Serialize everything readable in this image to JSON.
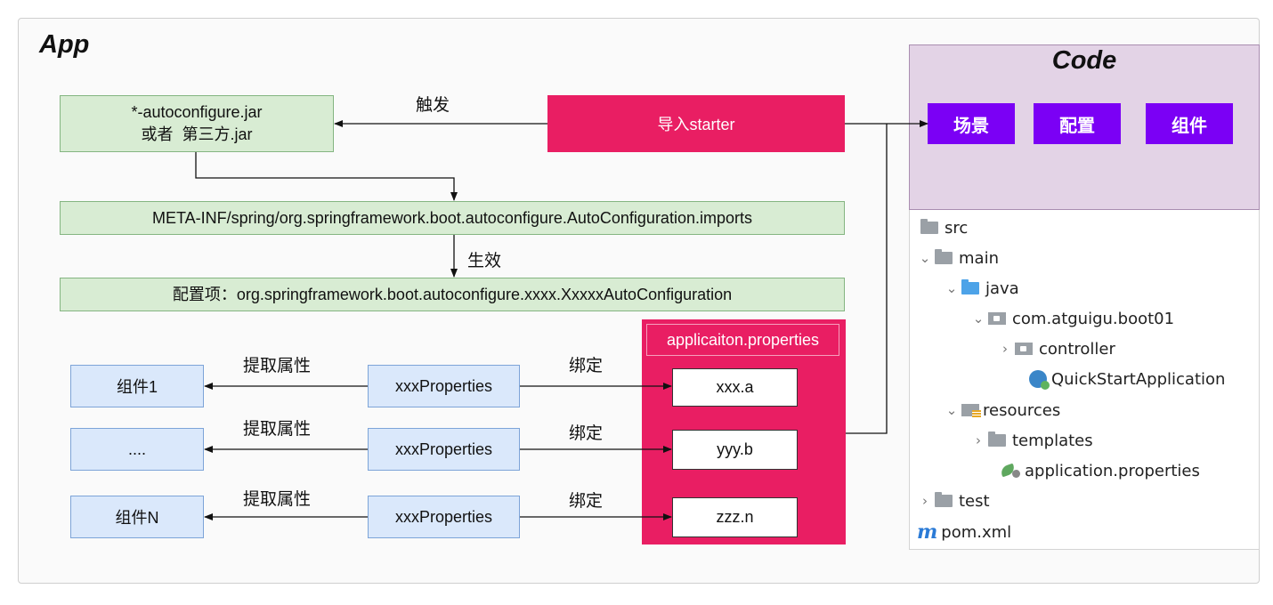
{
  "app": {
    "title": "App"
  },
  "nodes": {
    "autoconfigure_line1": "*-autoconfigure.jar",
    "autoconfigure_line2": "或者  第三方.jar",
    "import_starter": "导入starter",
    "imports_file": "META-INF/spring/org.springframework.boot.autoconfigure.AutoConfiguration.imports",
    "config_item": "配置项：org.springframework.boot.autoconfigure.xxxx.XxxxxAutoConfiguration",
    "properties_title": "applicaiton.properties",
    "components": [
      "组件1",
      "....",
      "组件N"
    ],
    "properties_classes": [
      "xxxProperties",
      "xxxProperties",
      "xxxProperties"
    ],
    "property_keys": [
      "xxx.a",
      "yyy.b",
      "zzz.n"
    ]
  },
  "edge_labels": {
    "trigger": "触发",
    "effective": "生效",
    "extract": "提取属性",
    "bind": "绑定"
  },
  "code": {
    "title": "Code",
    "buttons": [
      "场景",
      "配置",
      "组件"
    ]
  },
  "tree": {
    "src": "src",
    "main": "main",
    "java": "java",
    "package": "com.atguigu.boot01",
    "controller": "controller",
    "app_class": "QuickStartApplication",
    "resources": "resources",
    "templates": "templates",
    "app_properties": "application.properties",
    "test": "test",
    "pom": "pom.xml"
  },
  "colors": {
    "pink": "#e91e63",
    "purple": "#7b00f5",
    "green_fill": "#d8ecd3",
    "blue_fill": "#dae8fb",
    "code_panel": "#e3d3e6"
  }
}
